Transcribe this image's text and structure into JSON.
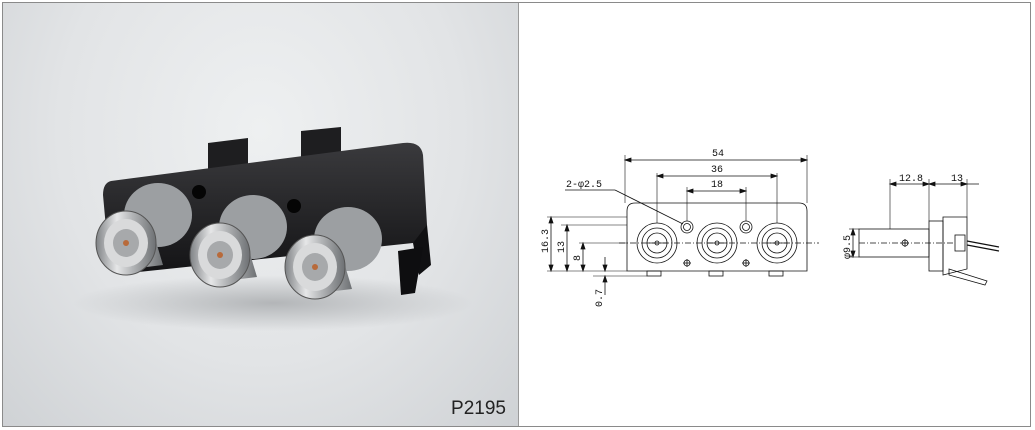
{
  "photo": {
    "model": "P2195"
  },
  "drawing": {
    "front_view": {
      "overall_width": "54",
      "outer_pitch": "36",
      "inner_pitch": "18",
      "hole_spec": "2-φ2.5",
      "height_total": "16.3",
      "height_body": "13",
      "center_height": "8",
      "offset": "0.7"
    },
    "side_view": {
      "depth_a": "12.8",
      "depth_b": "13",
      "diameter": "φ9.5"
    }
  },
  "colors": {
    "line": "#111111",
    "background": "#ffffff",
    "photo_bg": "#e2e4e6",
    "bracket": "#1c1c1e",
    "nickel": "#b9bbbd"
  }
}
